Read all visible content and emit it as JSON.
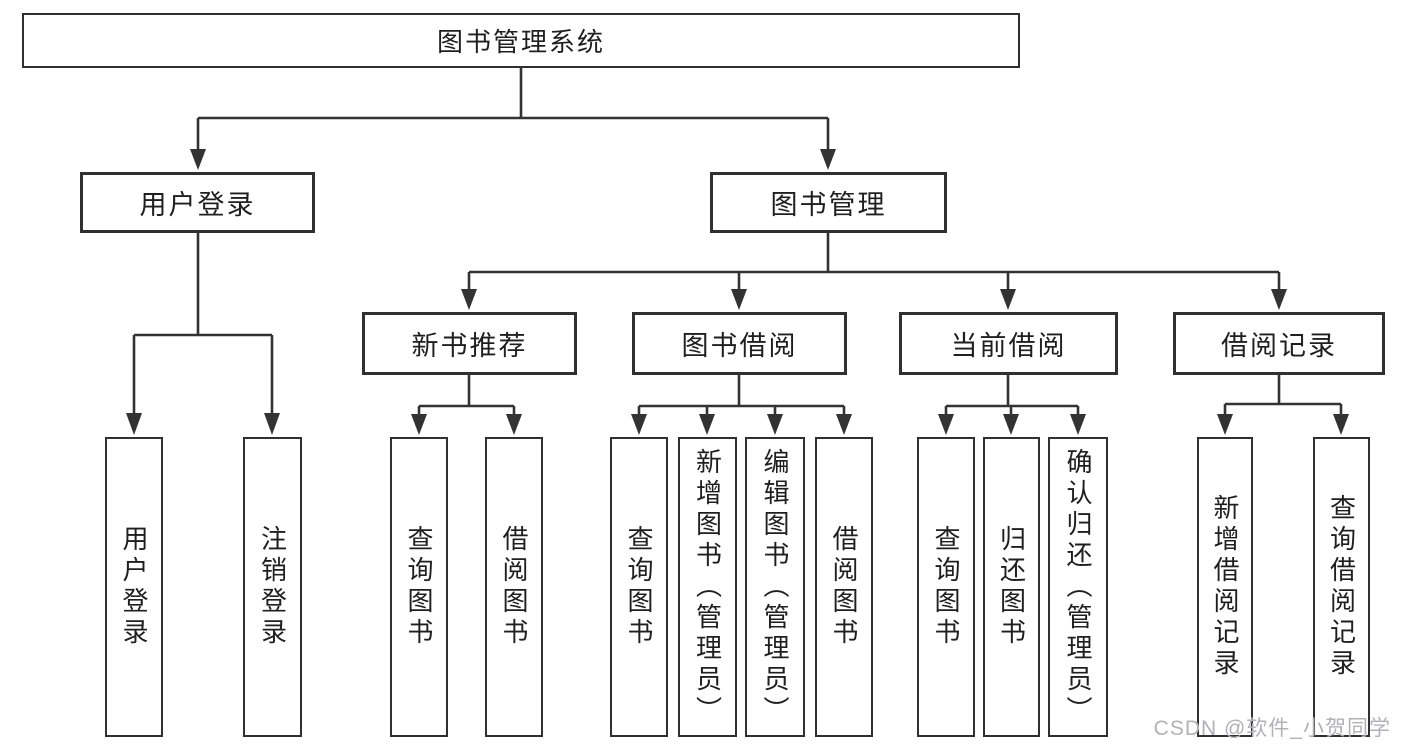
{
  "diagram": {
    "title": "图书管理系统",
    "branches": [
      {
        "label": "用户登录",
        "children": [
          {
            "label": "用户登录"
          },
          {
            "label": "注销登录"
          }
        ]
      },
      {
        "label": "图书管理",
        "children": [
          {
            "label": "新书推荐",
            "children": [
              {
                "label": "查询图书"
              },
              {
                "label": "借阅图书"
              }
            ]
          },
          {
            "label": "图书借阅",
            "children": [
              {
                "label": "查询图书"
              },
              {
                "label": "新增图书（管理员）"
              },
              {
                "label": "编辑图书（管理员）"
              },
              {
                "label": "借阅图书"
              }
            ]
          },
          {
            "label": "当前借阅",
            "children": [
              {
                "label": "查询图书"
              },
              {
                "label": "归还图书"
              },
              {
                "label": "确认归还（管理员）"
              }
            ]
          },
          {
            "label": "借阅记录",
            "children": [
              {
                "label": "新增借阅记录"
              },
              {
                "label": "查询借阅记录"
              }
            ]
          }
        ]
      }
    ]
  },
  "colors": {
    "line": "#333333",
    "text": "#1f1f1f",
    "box_background": "#ffffff",
    "watermark": "#b1b1b7"
  },
  "watermark": "CSDN @软件_小贺同学"
}
